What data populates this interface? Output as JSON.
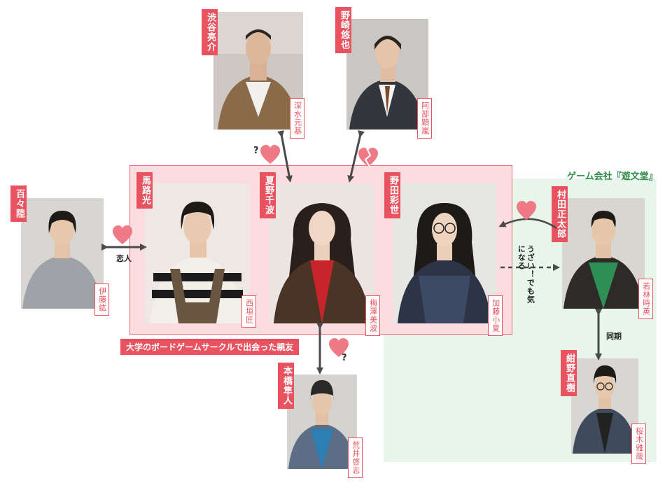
{
  "groups": {
    "circle_label": "大学のボードゲームサークルで出会った親友",
    "company_label": "ゲーム会社『遊文堂』"
  },
  "characters": [
    {
      "role": "渋谷亮介",
      "actor": "深水元基"
    },
    {
      "role": "野崎悠也",
      "actor": "阿部顕嵐"
    },
    {
      "role": "百々陸",
      "actor": "伊藤紘"
    },
    {
      "role": "馬路光",
      "actor": "西垣匠"
    },
    {
      "role": "夏野千波",
      "actor": "梅澤美波"
    },
    {
      "role": "野田彩世",
      "actor": "加藤小夏"
    },
    {
      "role": "村田正太郎",
      "actor": "若林時英"
    },
    {
      "role": "本橋隼人",
      "actor": "荒井啓志"
    },
    {
      "role": "紺野直樹",
      "actor": "桜木雅哉"
    }
  ],
  "relations": {
    "lovers": "恋人",
    "annoying": "うざい！でも気になる",
    "colleagues": "同期",
    "question": "?"
  },
  "colors": {
    "accent": "#e9525f",
    "pink_bg": "#fbdde0",
    "green_bg": "#e7f5ea",
    "green_text": "#2f8a4a"
  }
}
